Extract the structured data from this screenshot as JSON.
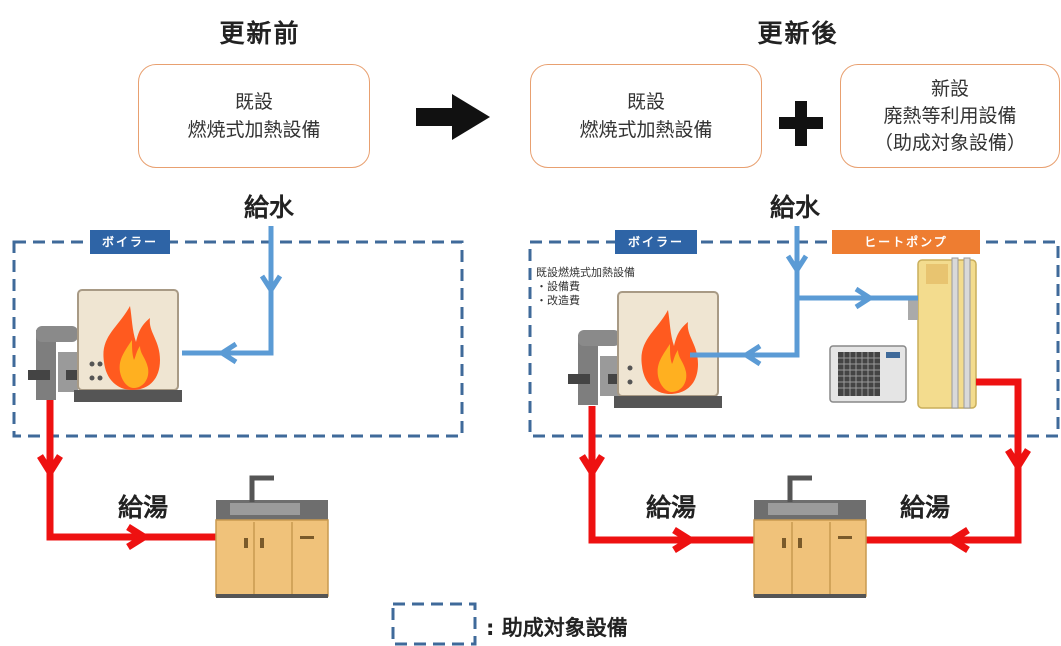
{
  "before": {
    "heading": "更新前",
    "box_line1": "既設",
    "box_line2": "燃焼式加熱設備",
    "boiler_tag": "ボイラー",
    "supply_label": "給水",
    "hot_label": "給湯"
  },
  "after": {
    "heading": "更新後",
    "box_line1": "既設",
    "box_line2": "燃焼式加熱設備",
    "new_line1": "新設",
    "new_line2": "廃熱等利用設備",
    "new_line3": "（助成対象設備）",
    "boiler_tag": "ボイラー",
    "heatpump_tag": "ヒートポンプ",
    "supply_label": "給水",
    "hot_label_left": "給湯",
    "hot_label_right": "給湯",
    "note_title": "既設燃焼式加熱設備",
    "note_item1": "・設備費",
    "note_item2": "・改造費"
  },
  "legend": {
    "label": ": 助成対象設備"
  },
  "colors": {
    "box_border": "#e8a070",
    "dashed_border": "#3f6a9a",
    "boiler_tag_bg": "#2e64a6",
    "heatpump_tag_bg": "#ee7d31",
    "cold_pipe": "#5b9bd5",
    "hot_pipe": "#ee1111"
  }
}
